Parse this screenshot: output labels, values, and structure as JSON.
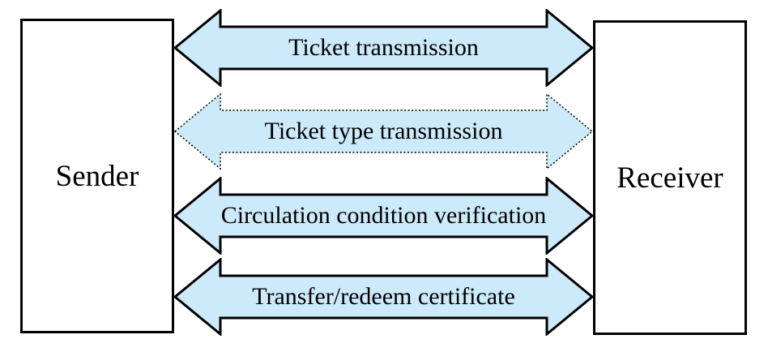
{
  "nodes": {
    "sender": "Sender",
    "receiver": "Receiver"
  },
  "arrows": [
    {
      "label": "Ticket transmission",
      "border": "solid",
      "direction": "bidirectional"
    },
    {
      "label": "Ticket type transmission",
      "border": "dotted",
      "direction": "bidirectional"
    },
    {
      "label": "Circulation condition verification",
      "border": "solid",
      "direction": "bidirectional"
    },
    {
      "label": "Transfer/redeem certificate",
      "border": "solid",
      "direction": "bidirectional"
    }
  ],
  "colors": {
    "arrow_fill": "#CDEAFB",
    "outline": "#000000",
    "background": "#FFFFFF"
  }
}
